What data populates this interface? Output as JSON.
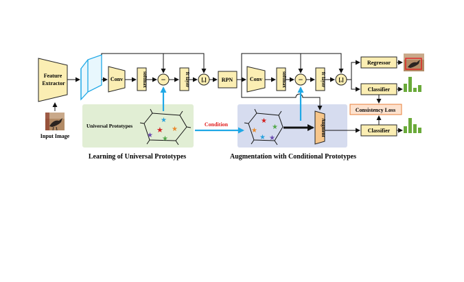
{
  "colors": {
    "block_fill": "#fbeeb3",
    "block_stroke": "#222222",
    "arrow": "#111111",
    "blue_arrow": "#1fa8e6",
    "condition_text": "#e02020",
    "green_panel": "#e1eed4",
    "blue_panel": "#d6dcef",
    "augment_fill": "#f7c68a",
    "consistency_fill": "#fde2cf",
    "consistency_stroke": "#e87f3a",
    "bar_green": "#6aaa3a",
    "star_red": "#d32121",
    "star_orange": "#e88a2c",
    "star_green": "#52a84a",
    "star_blue": "#2aa2dd",
    "star_purple": "#6a4bb0"
  },
  "blocks": {
    "feature_extractor": "Feature Extractor",
    "conv_1": "Conv",
    "softmax_1": "softmax",
    "minus_1": "−",
    "fc_layer_1": "fc layer",
    "concat_1": "[,]",
    "rpn": "RPN",
    "conv_2": "Conv",
    "softmax_2": "softmax",
    "minus_2": "−",
    "fc_layer_2": "fc layer",
    "concat_2": "[,]",
    "regressor": "Regressor",
    "classifier_top": "Classifier",
    "consistency_loss": "Consistency Loss",
    "classifier_bottom": "Classifier",
    "augment": "Augment"
  },
  "labels": {
    "input_image": "Input Image",
    "universal_prototypes": "Universal Prototypes",
    "condition": "Condition",
    "caption_left": "Learning of Universal Prototypes",
    "caption_right": "Augmentation with Conditional Prototypes"
  },
  "icons": {
    "input_thumbnail": "bird-photo-icon",
    "output_thumbnail": "bird-detection-icon",
    "bar_chart_top": "bar-chart-icon",
    "bar_chart_bottom": "bar-chart-icon"
  }
}
